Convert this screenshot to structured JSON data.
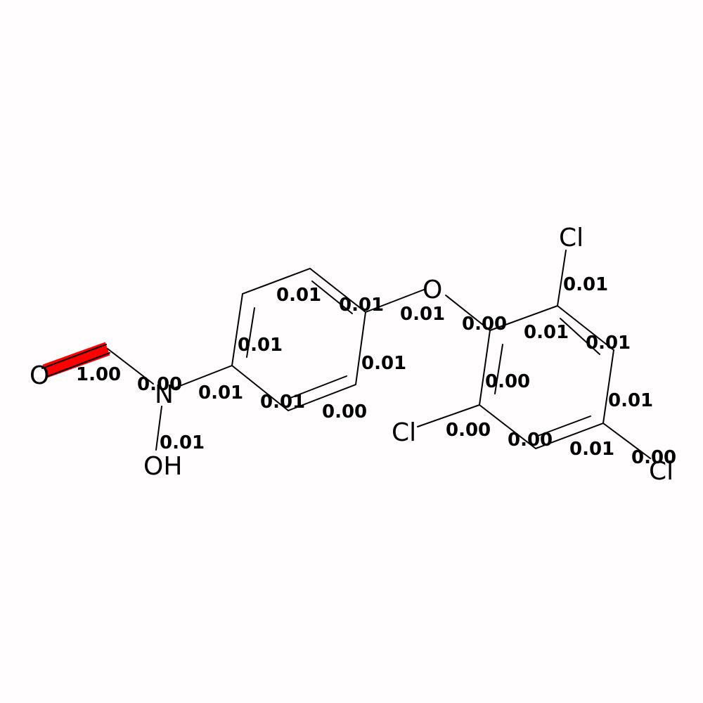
{
  "colors": {
    "highlight": "#ff0000",
    "bond": "#000000",
    "background": "#fffdfd"
  },
  "atoms": {
    "o_terminal": "O",
    "n_center": "N",
    "oh": "OH",
    "o_ether": "O",
    "cl_top": "Cl",
    "cl_left": "Cl",
    "cl_right": "Cl"
  },
  "bond_labels": {
    "c_o_highlight": "1.00",
    "c_n": "0.00",
    "n_ring": "0.01",
    "n_oh": "0.01",
    "ring1_left": "0.01",
    "ring1_top": "0.01",
    "ring1_topright": "0.01",
    "ring1_right": "0.01",
    "ring1_bottom": "0.00",
    "ring1_bottomleft": "0.01",
    "ring1_o": "0.01",
    "o_ring2": "0.00",
    "ring2_top": "0.01",
    "ring2_topright": "0.01",
    "ring2_cl_top": "0.01",
    "ring2_left": "0.00",
    "ring2_right": "0.01",
    "ring2_cl_left": "0.00",
    "ring2_bottomleft": "0.00",
    "ring2_bottomright": "0.01",
    "ring2_cl_right": "0.00"
  }
}
